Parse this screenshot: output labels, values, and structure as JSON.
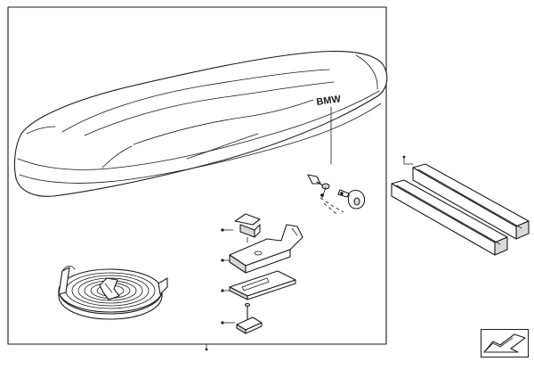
{
  "diagram": {
    "brand_logo": "BMW",
    "parts": [
      "roof-box",
      "key-lock",
      "key",
      "clamp-knob",
      "clamp-bracket",
      "clamp-plate",
      "t-bolt",
      "rubber-strip-roll",
      "roof-rail-pads"
    ]
  },
  "nav": {
    "icon": "return-arrow-icon"
  }
}
